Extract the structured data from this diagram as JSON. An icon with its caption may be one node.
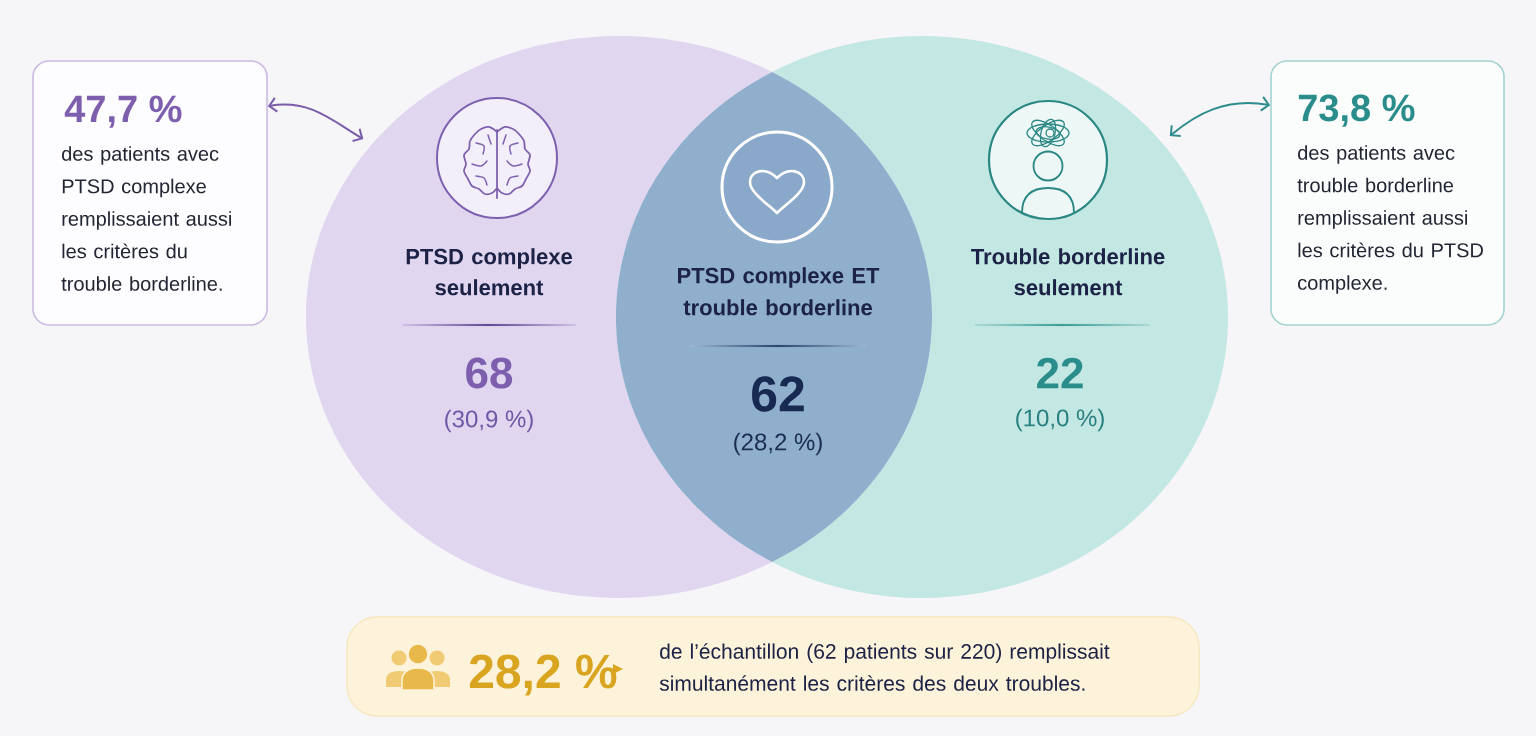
{
  "diagram": {
    "nodes": [
      {
        "text": [
          "47,7 %",
          "des patients avec PTSD complexe remplissaient aussi les critères du trouble borderline."
        ]
      },
      {
        "text": [
          "PTSD complexe seulement",
          "68",
          "(30,9 %)"
        ]
      },
      {
        "text": [
          "PTSD complexe ET trouble borderline",
          "62",
          "(28,2 %)"
        ]
      },
      {
        "text": [
          "Trouble borderline seulement",
          "22",
          "(10,0 %)"
        ]
      },
      {
        "text": [
          "73,8 %",
          "des patients avec trouble borderline remplissaient aussi les critères du PTSD complexe."
        ]
      },
      {
        "text": [
          "28,2 %",
          "de l’échantillon (62 patients sur 220) remplissait simultanément les critères des deux troubles."
        ]
      }
    ],
    "edges": [
      {
        "from": 0,
        "to": 1,
        "arrow": "both",
        "color": "#7a5ca8"
      },
      {
        "from": 4,
        "to": 3,
        "arrow": "both",
        "color": "#2f8c8c"
      }
    ]
  }
}
